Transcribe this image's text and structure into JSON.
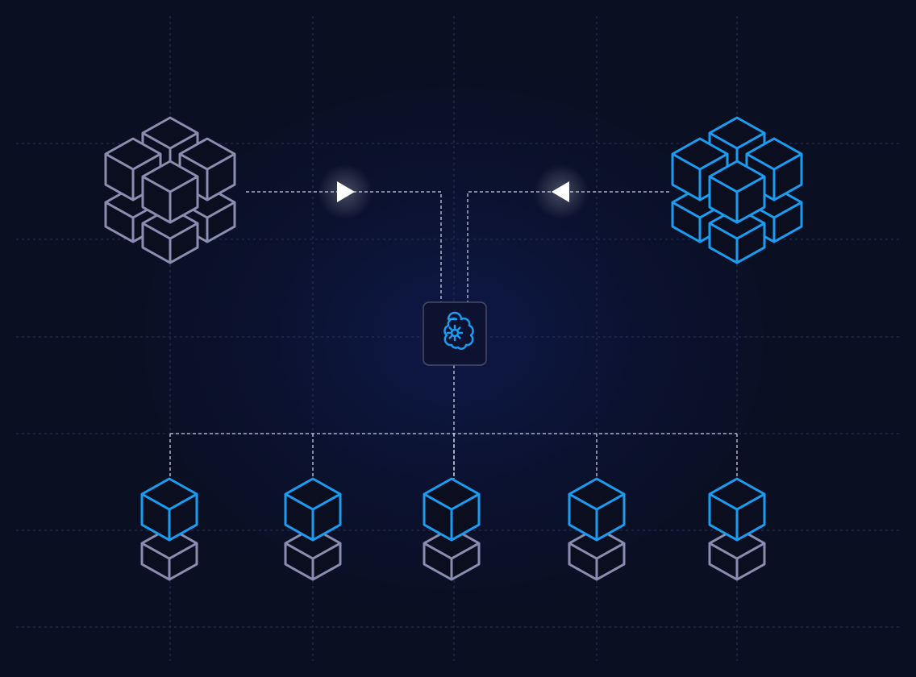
{
  "colors": {
    "background": "#0a0f22",
    "neutral_stroke": "#8a8cb0",
    "accent_stroke": "#1a9cf0",
    "cube_fill": "#0b0e1e",
    "connector": "#c9cde0",
    "grid": "#2a3158",
    "hub_border": "#454a66",
    "arrow": "#ffffff"
  },
  "diagram": {
    "source_cluster": {
      "icon": "cube-cluster-icon",
      "style": "neutral"
    },
    "target_cluster": {
      "icon": "cube-cluster-icon",
      "style": "accent"
    },
    "hub": {
      "icon": "brain-gear-icon"
    },
    "arrows": [
      {
        "icon": "arrow-right-icon",
        "from": "source_cluster",
        "to": "hub"
      },
      {
        "icon": "arrow-left-icon",
        "from": "target_cluster",
        "to": "hub"
      }
    ],
    "nodes": [
      {
        "icon": "stacked-cubes-icon"
      },
      {
        "icon": "stacked-cubes-icon"
      },
      {
        "icon": "stacked-cubes-icon"
      },
      {
        "icon": "stacked-cubes-icon"
      },
      {
        "icon": "stacked-cubes-icon"
      }
    ]
  }
}
